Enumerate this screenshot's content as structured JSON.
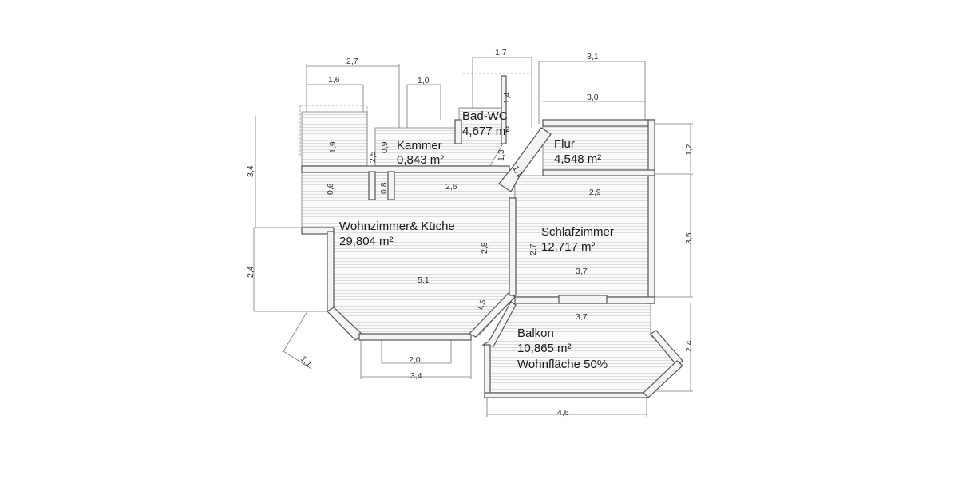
{
  "rooms": {
    "bad": {
      "name": "Bad-WC",
      "area": "4,677 m²"
    },
    "kammer": {
      "name": "Kammer",
      "area": "0,843 m²"
    },
    "flur": {
      "name": "Flur",
      "area": "4,548 m²"
    },
    "wohnzimmer": {
      "name": "Wohnzimmer& Küche",
      "area": "29,804 m²"
    },
    "schlafzimmer": {
      "name": "Schlafzimmer",
      "area": "12,717 m²"
    },
    "balkon": {
      "name": "Balkon",
      "area": "10,865 m²",
      "note": "Wohnfläche  50%"
    }
  },
  "dimensions": [
    "2,7",
    "1,6",
    "1,0",
    "1,7",
    "3,1",
    "3,0",
    "1,4",
    "1,3",
    "1,9",
    "2,5",
    "0,9",
    "0,6",
    "0,8",
    "2,6",
    "1,1",
    "2,9",
    "3,4",
    "1,2",
    "3,5",
    "2,8",
    "2,7",
    "3,7",
    "5,1",
    "2,4",
    "1,5",
    "3,7",
    "2,4",
    "1,1",
    "2,0",
    "3,4",
    "4,6"
  ]
}
